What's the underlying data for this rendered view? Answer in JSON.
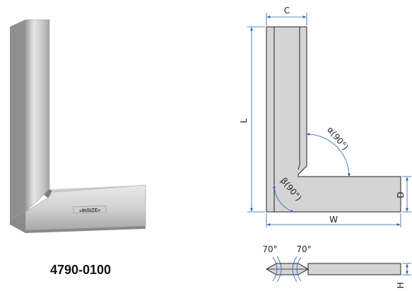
{
  "product": {
    "part_number": "4790-0100",
    "brand_mark": "INSIZE"
  },
  "drawing": {
    "labels": {
      "c": "C",
      "l": "L",
      "w": "W",
      "d": "D",
      "h": "H",
      "alpha": "α(90°)",
      "beta": "β(90°)",
      "bevel_left": "70°",
      "bevel_right": "70°"
    },
    "colors": {
      "dimension_line": "#2a5fa8",
      "body_fill": "#d4d4d4",
      "outline": "#222222"
    }
  }
}
